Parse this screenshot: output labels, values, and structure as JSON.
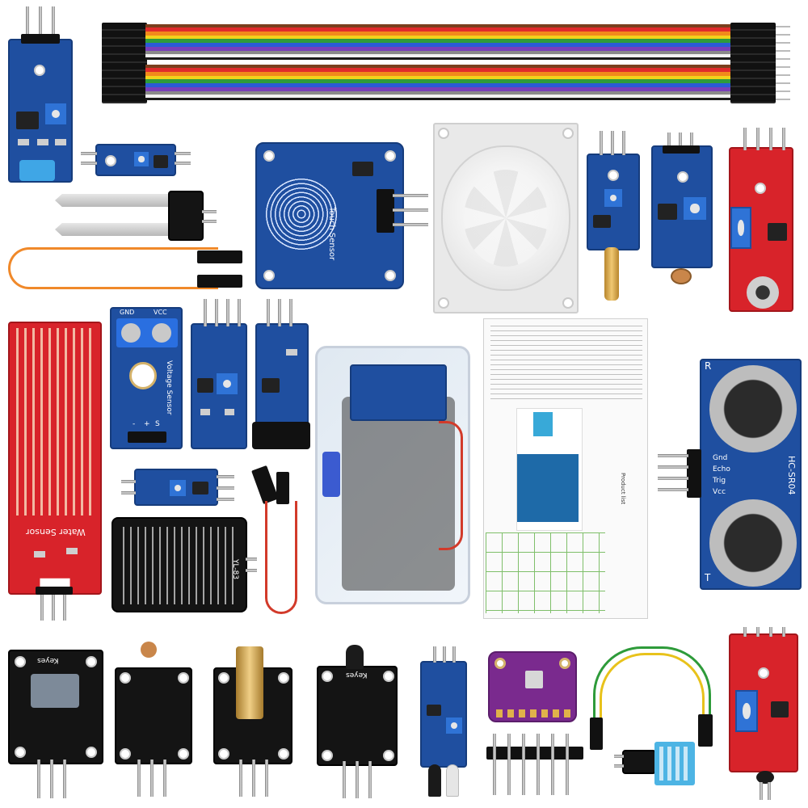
{
  "labels": {
    "touch_sensor": "Touch Sensor",
    "voltage_sensor": "Voltage Sensor",
    "water_sensor": "Water Sensor",
    "ultrasonic_model": "HC-SR04",
    "ultrasonic_pins": [
      "Vcc",
      "Trig",
      "Echo",
      "Gnd"
    ],
    "ultrasonic_t": "T",
    "ultrasonic_r": "R",
    "rain_code": "YL-83",
    "keyes": "Keyes",
    "voltage_terms": [
      "GND",
      "VCC"
    ],
    "voltage_pins": [
      "-",
      "+",
      "S"
    ],
    "manual_heading": "Product list"
  },
  "colors": {
    "pcb_blue": "#1f4fa0",
    "pcb_black": "#141414",
    "pcb_red": "#d8232a",
    "pcb_purple": "#7a2a8e",
    "ribbon": [
      "#7b3f1d",
      "#e02b2b",
      "#f28a1b",
      "#f2d21b",
      "#2e9b3a",
      "#2a5bd6",
      "#7a3fb8",
      "#8a8a8a",
      "#f2f2f2",
      "#1a1a1a"
    ]
  }
}
